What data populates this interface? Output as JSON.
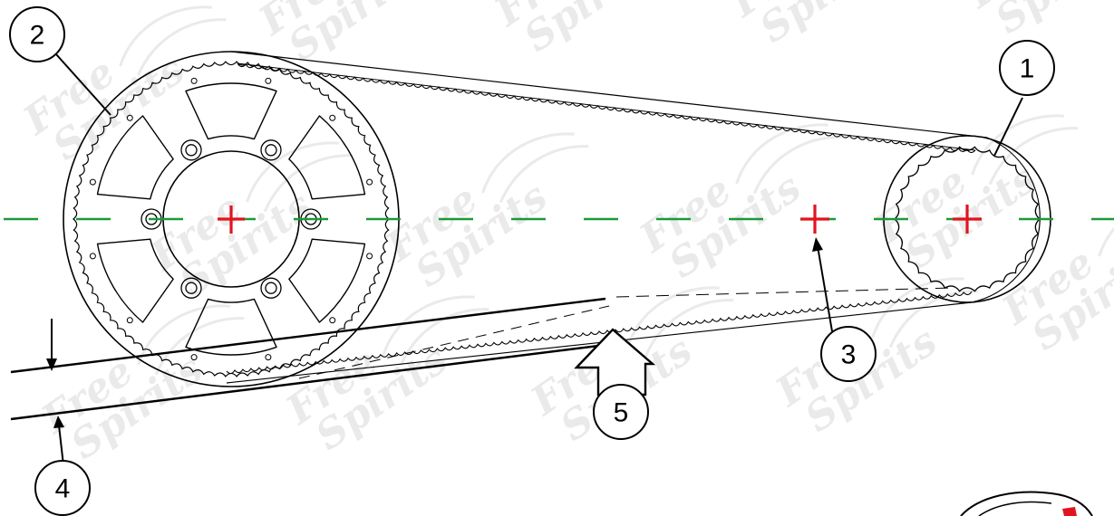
{
  "colors": {
    "centerline": "#1a9a3a",
    "center_mark": "#e0141e",
    "belt": "#000000",
    "watermark": "#d9d9d9"
  },
  "callouts": [
    {
      "id": "1",
      "label": "1"
    },
    {
      "id": "2",
      "label": "2"
    },
    {
      "id": "3",
      "label": "3"
    },
    {
      "id": "4",
      "label": "4"
    },
    {
      "id": "5",
      "label": "5"
    }
  ],
  "watermark": {
    "text_line1": "Free",
    "text_line2": "Spirits"
  }
}
